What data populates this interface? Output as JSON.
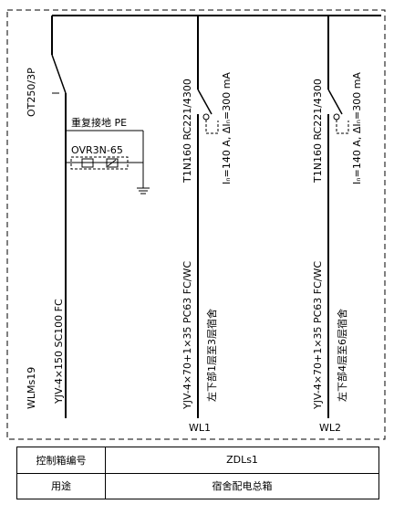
{
  "main_feeder": {
    "breaker": "OT250/3P",
    "cable": "YJV-4×150 SC100 FC",
    "circuit_id": "WLMs19",
    "grounding": "重复接地 PE",
    "spd": "OVR3N-65"
  },
  "branches": [
    {
      "breaker": "T1N160 RC221/4300",
      "rating": "Iₙ=140 A, ΔIₙ=300 mA",
      "cable": "YJV-4×70+1×35 PC63 FC/WC",
      "destination": "左下部1层至3层宿舍",
      "circuit_id": "WL1"
    },
    {
      "breaker": "T1N160 RC221/4300",
      "rating": "Iₙ=140 A, ΔIₙ=300 mA",
      "cable": "YJV-4×70+1×35 PC63 FC/WC",
      "destination": "左下部4层至6层宿舍",
      "circuit_id": "WL2"
    }
  ],
  "info_table": {
    "box_no_label": "控制箱编号",
    "box_no_value": "ZDLs1",
    "usage_label": "用途",
    "usage_value": "宿舍配电总箱"
  }
}
